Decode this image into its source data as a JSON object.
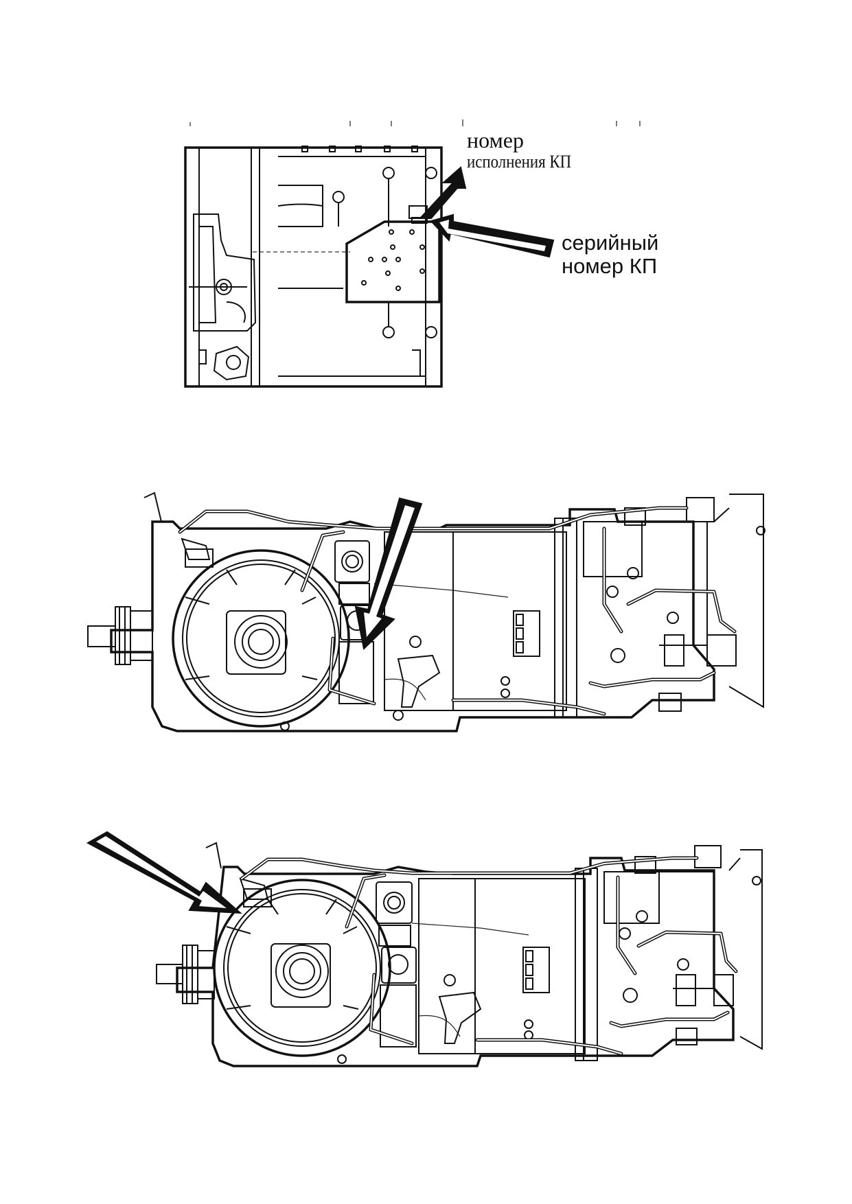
{
  "labels": {
    "variant_number_line1": "номер",
    "variant_number_line2": "исполнения КП",
    "serial_number_line1": "серийный",
    "serial_number_line2": "номер КП"
  }
}
